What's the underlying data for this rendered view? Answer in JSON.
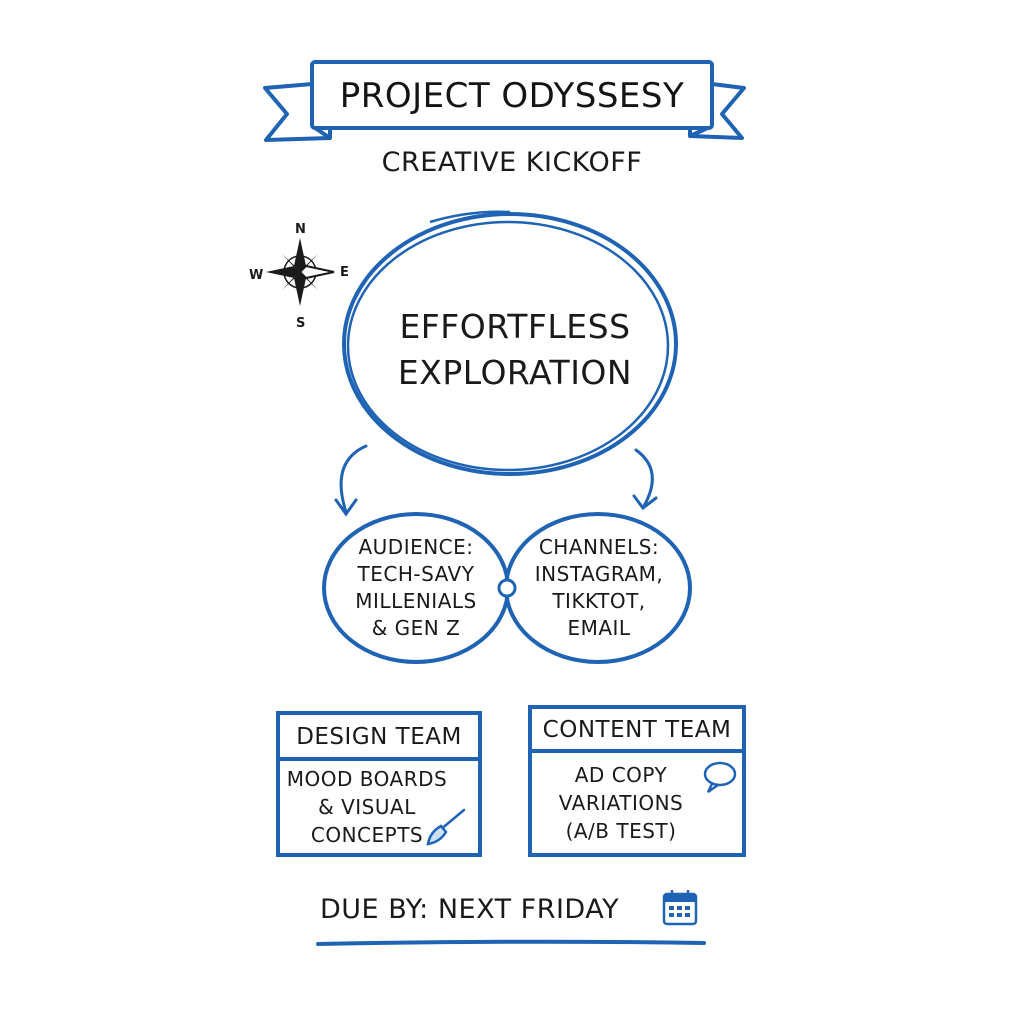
{
  "header": {
    "title": "PROJECT ODYSSESY",
    "subtitle": "CREATIVE KICKOFF"
  },
  "center": {
    "line1": "EFFORTFLESS",
    "line2": "EXPLORATION"
  },
  "compass": {
    "n": "N",
    "s": "S",
    "e": "E",
    "w": "W"
  },
  "audience": {
    "lines": [
      "AUDIENCE:",
      "TECH-SAVY",
      "MILLENIALS",
      "& GEN Z"
    ]
  },
  "channels": {
    "lines": [
      "CHANNELS:",
      "INSTAGRAM,",
      "TIKKTOT,",
      "EMAIL"
    ]
  },
  "design_team": {
    "title": "DESIGN TEAM",
    "lines": [
      "MOOD BOARDS",
      "& VISUAL",
      "CONCEPTS"
    ],
    "icon": "paintbrush-icon"
  },
  "content_team": {
    "title": "CONTENT TEAM",
    "lines": [
      "AD COPY",
      "VARIATIONS",
      "(A/B TEST)"
    ],
    "icon": "speech-bubble-icon"
  },
  "due": {
    "label": "DUE BY: NEXT FRIDAY",
    "icon": "calendar-icon"
  },
  "colors": {
    "ink_blue": "#1f63b5",
    "ink_dark": "#1a1a1a"
  }
}
